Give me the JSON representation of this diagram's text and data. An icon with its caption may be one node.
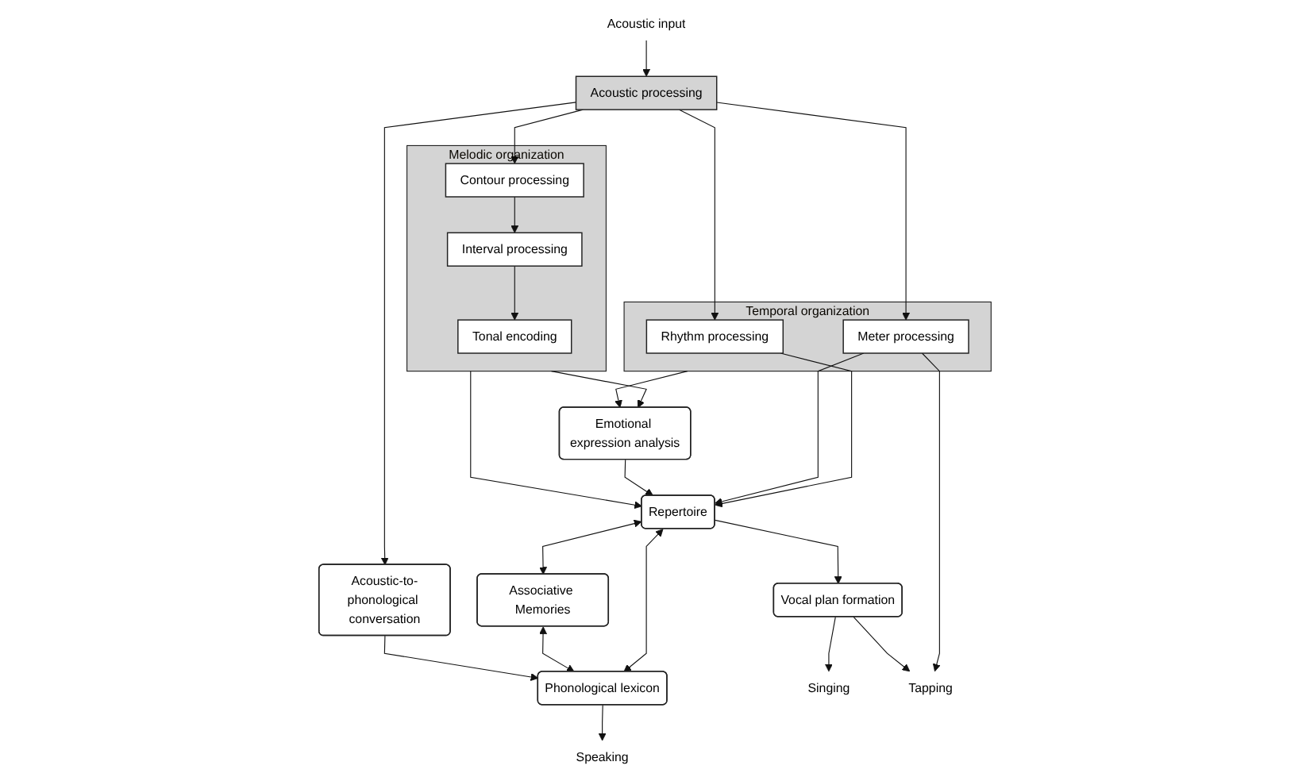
{
  "diagram": {
    "nodes": [
      {
        "text": [
          "Acoustic input"
        ]
      },
      {
        "text": [
          "Acoustic processing"
        ]
      },
      {
        "text": [
          "Melodic organization"
        ]
      },
      {
        "text": [
          "Tonal encoding"
        ],
        "in": 2
      },
      {
        "text": [
          "Interval processing"
        ],
        "in": 2
      },
      {
        "text": [
          "Contour processing"
        ],
        "in": 2
      },
      {
        "text": [
          "Temporal organization"
        ]
      },
      {
        "text": [
          "Rhythm processing"
        ],
        "in": 6
      },
      {
        "text": [
          "Meter processing"
        ],
        "in": 6
      },
      {
        "text": [
          "Acoustic-to-phonological conversation"
        ]
      },
      {
        "text": [
          "Emotional expression analysis"
        ]
      },
      {
        "text": [
          "Repertoire"
        ]
      },
      {
        "text": [
          "Phonological lexicon"
        ]
      },
      {
        "text": [
          "Vocal plan formation"
        ]
      },
      {
        "text": [
          "Associative Memories"
        ]
      },
      {
        "text": [
          "Singing"
        ]
      },
      {
        "text": [
          "Tapping"
        ]
      },
      {
        "text": [
          "Speaking"
        ]
      }
    ],
    "edges": [
      {
        "from": 0,
        "to": 1,
        "arrow": "to"
      },
      {
        "from": 1,
        "to": 5,
        "arrow": "to"
      },
      {
        "from": 1,
        "to": 7,
        "arrow": "to"
      },
      {
        "from": 1,
        "to": 8,
        "arrow": "to"
      },
      {
        "from": 1,
        "to": 9,
        "arrow": "to"
      },
      {
        "from": 5,
        "to": 4,
        "arrow": "to"
      },
      {
        "from": 4,
        "to": 3,
        "arrow": "to"
      },
      {
        "from": 2,
        "to": 10,
        "arrow": "to"
      },
      {
        "from": 2,
        "to": 11,
        "arrow": "to"
      },
      {
        "from": 6,
        "to": 10,
        "arrow": "to"
      },
      {
        "from": 7,
        "to": 11,
        "arrow": "to"
      },
      {
        "from": 8,
        "to": 11,
        "arrow": "to"
      },
      {
        "from": 8,
        "to": 16,
        "arrow": "to"
      },
      {
        "from": 10,
        "to": 11,
        "arrow": "to"
      },
      {
        "from": 11,
        "to": 12,
        "arrow": "both"
      },
      {
        "from": 11,
        "to": 13,
        "arrow": "to"
      },
      {
        "from": 11,
        "to": 14,
        "arrow": "both"
      },
      {
        "from": 14,
        "to": 12,
        "arrow": "both"
      },
      {
        "from": 9,
        "to": 12,
        "arrow": "to"
      },
      {
        "from": 13,
        "to": 15,
        "arrow": "to"
      },
      {
        "from": 13,
        "to": 16,
        "arrow": "to"
      },
      {
        "from": 12,
        "to": 17,
        "arrow": "to"
      }
    ]
  }
}
